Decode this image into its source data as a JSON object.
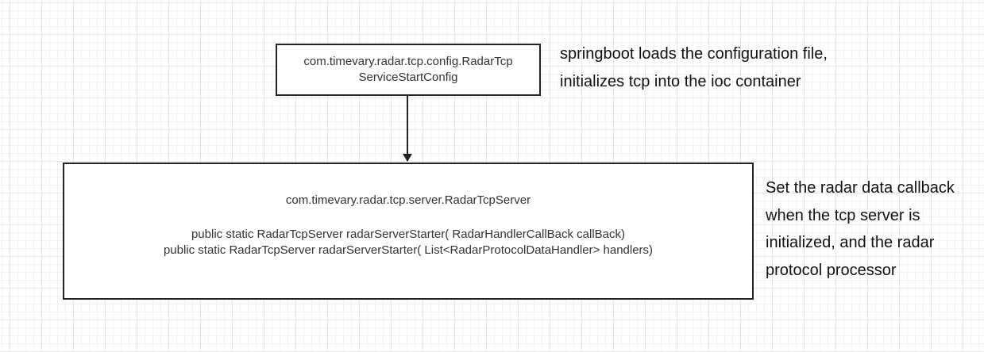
{
  "nodes": {
    "config": {
      "lines": [
        "com.timevary.radar.tcp.config.RadarTcp",
        "ServiceStartConfig"
      ]
    },
    "server": {
      "class_name": "com.timevary.radar.tcp.server.RadarTcpServer",
      "methods": [
        "public static RadarTcpServer radarServerStarter( RadarHandlerCallBack callBack)",
        "public static RadarTcpServer radarServerStarter( List<RadarProtocolDataHandler> handlers)"
      ]
    }
  },
  "notes": {
    "config_note": [
      "springboot loads the configuration file,",
      "initializes tcp into the ioc container"
    ],
    "server_note": [
      "Set the radar data callback",
      "when the tcp server is",
      "initialized, and the radar",
      "protocol processor"
    ]
  },
  "edges": [
    {
      "from": "config",
      "to": "server",
      "arrow": "end"
    }
  ],
  "colors": {
    "node_border": "#222222",
    "edge": "#222222",
    "grid_major": "#e7e7e7",
    "grid_minor": "#f3f3f3"
  }
}
